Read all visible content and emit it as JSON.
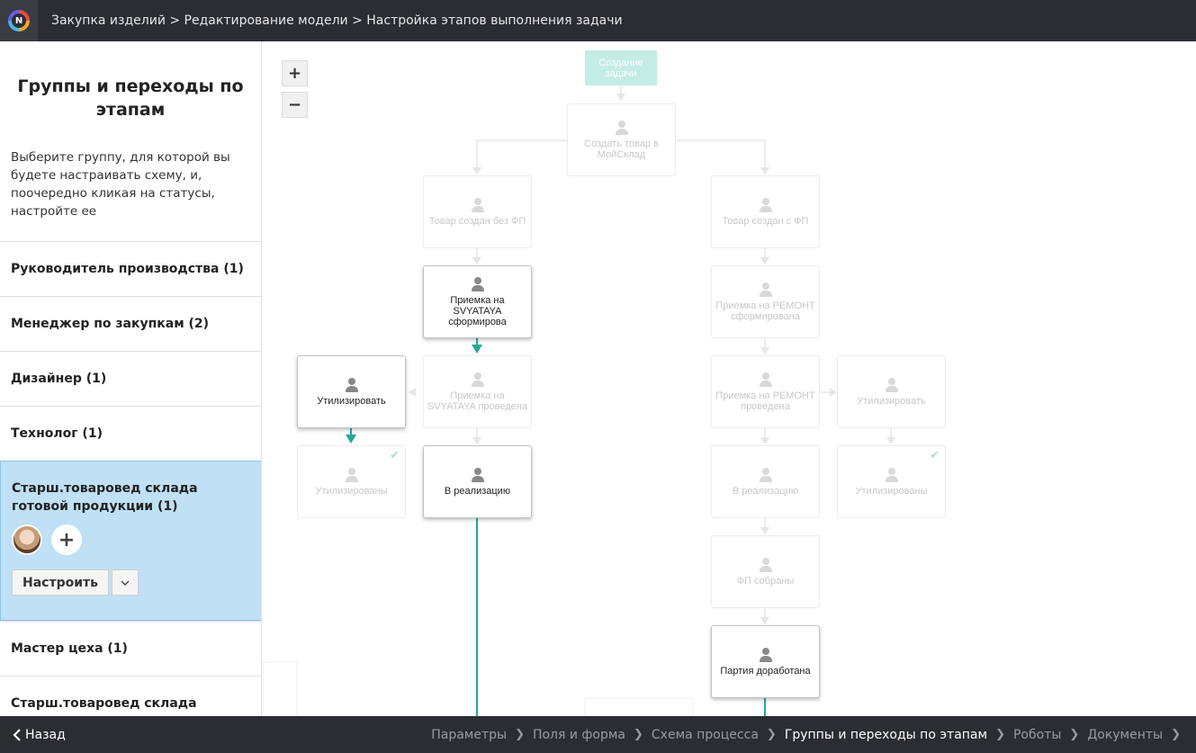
{
  "header": {
    "breadcrumb": "Закупка изделий > Редактирование модели > Настройка этапов выполнения задачи",
    "logo_letter": "N"
  },
  "sidebar": {
    "title": "Группы и переходы по этапам",
    "description": "Выберите группу, для которой вы будете настраивать схему, и, поочередно кликая на статусы, настройте ее",
    "groups": [
      {
        "label": "Руководитель производства (1)"
      },
      {
        "label": "Менеджер по закупкам (2)"
      },
      {
        "label": "Дизайнер (1)"
      },
      {
        "label": "Технолог (1)"
      },
      {
        "label": "Старш.товаровед склада готовой продукции (1)"
      },
      {
        "label": "Мастер цеха (1)"
      },
      {
        "label": "Старш.товаровед склада"
      }
    ],
    "active_group": {
      "add_icon": "+",
      "configure_label": "Настроить",
      "dropdown_icon": "⌄"
    }
  },
  "canvas": {
    "zoom_in": "+",
    "zoom_out": "−",
    "start": "Создание задачи",
    "nodes": {
      "create_item": "Создать товар в МойСклад",
      "no_fp": "Товар создан без ФП",
      "with_fp": "Товар создан с ФП",
      "receipt_formed": "Приемка на SVYATAYA сформирова",
      "repair_formed": "Приемка на РЕМОНТ сформирована",
      "utilize": "Утилизировать",
      "receipt_done": "Приемка на SVYATAYA проведена",
      "repair_done": "Приемка на РЕМОНТ проведена",
      "utilize_right": "Утилизировать",
      "utilized": "Утилизированы",
      "to_sale": "В реализацию",
      "to_sale_right": "В реализацию",
      "utilized_right": "Утилизированы",
      "fp_collected": "ФП собраны",
      "batch_done": "Партия доработана"
    }
  },
  "footer": {
    "back": "Назад",
    "steps": [
      "Параметры",
      "Поля и форма",
      "Схема процесса",
      "Группы и переходы по этапам",
      "Роботы",
      "Документы"
    ],
    "current_step": 3,
    "colors": {
      "accent": "#26a69a",
      "active_group": "#bfe0f5",
      "bar": "#2b2d33"
    }
  }
}
